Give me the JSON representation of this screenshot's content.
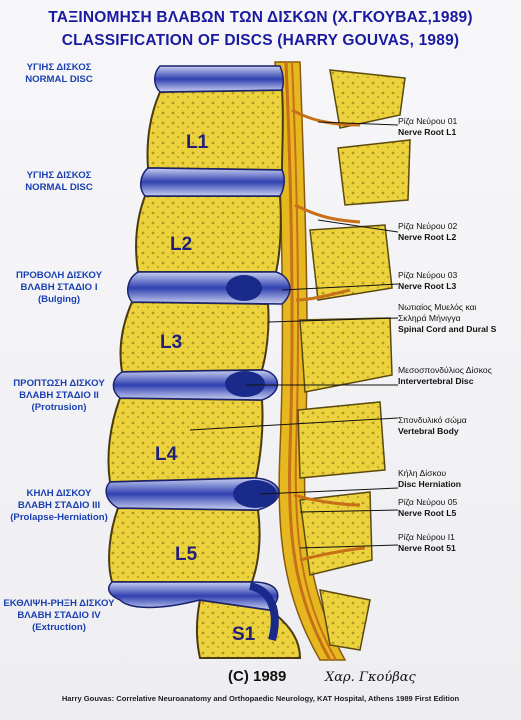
{
  "header": {
    "title_gr": "ΤΑΞΙΝΟΜΗΣΗ ΒΛΑΒΩΝ ΤΩΝ ΔΙΣΚΩΝ (Χ.ΓΚΟΥΒΑΣ,1989)",
    "title_en": "CLASSIFICATION OF DISCS (HARRY GOUVAS, 1989)"
  },
  "left_labels": [
    {
      "l1": "ΥΓΙΗΣ ΔΙΣΚΟΣ",
      "l2": "NORMAL DISC",
      "l3": ""
    },
    {
      "l1": "ΥΓΙΗΣ ΔΙΣΚΟΣ",
      "l2": "NORMAL DISC",
      "l3": ""
    },
    {
      "l1": "ΠΡΟΒΟΛΗ ΔΙΣΚΟΥ",
      "l2": "ΒΛΑΒΗ ΣΤΑΔΙΟ Ι",
      "l3": "(Bulging)"
    },
    {
      "l1": "ΠΡΟΠΤΩΣΗ ΔΙΣΚΟΥ",
      "l2": "ΒΛΑΒΗ ΣΤΑΔΙΟ ΙΙ",
      "l3": "(Protrusion)"
    },
    {
      "l1": "ΚΗΛΗ ΔΙΣΚΟΥ",
      "l2": "ΒΛΑΒΗ ΣΤΑΔΙΟ ΙΙΙ",
      "l3": "(Prolapse-Herniation)"
    },
    {
      "l1": "ΕΚΘΛΙΨΗ-ΡΗΞΗ ΔΙΣΚΟΥ",
      "l2": "ΒΛΑΒΗ ΣΤΑΔΙΟ IV",
      "l3": "(Extruction)"
    }
  ],
  "right_labels": [
    {
      "gr": "Ρίζα Νεύρου 01",
      "en": "Nerve Root L1",
      "gr2": ""
    },
    {
      "gr": "Ρίζα Νεύρου 02",
      "en": "Nerve Root L2",
      "gr2": ""
    },
    {
      "gr": "Ρίζα Νεύρου 03",
      "en": "Nerve Root L3",
      "gr2": ""
    },
    {
      "gr": "Νωτιαίος Μυελός και",
      "gr2": "Σκληρά Μήνιγγα",
      "en": "Spinal Cord and Dural S"
    },
    {
      "gr": "Μεσοσπονδύλιος Δίσκος",
      "en": "Intervertebral Disc",
      "gr2": ""
    },
    {
      "gr": "Σπονδυλικό σώμα",
      "en": "Vertebral Body",
      "gr2": ""
    },
    {
      "gr": "Κήλη Δίσκου",
      "en": "Disc Herniation",
      "gr2": ""
    },
    {
      "gr": "Ρίζα Νεύρου 05",
      "en": "Nerve Root L5",
      "gr2": ""
    },
    {
      "gr": "Ρίζα Νεύρου Ι1",
      "en": "Nerve Root 51",
      "gr2": ""
    }
  ],
  "vertebrae": [
    "L1",
    "L2",
    "L3",
    "L4",
    "L5",
    "S1"
  ],
  "footer": {
    "copyright": "(C) 1989",
    "signature": "Χαρ. Γκούβας",
    "credit": "Harry Gouvas: Correlative Neuroanatomy and Orthopaedic Neurology, KAT Hospital, Athens 1989  First Edition"
  },
  "colors": {
    "bone": "#ecd23c",
    "disc": "#2b3aa8",
    "nerve": "#c87018",
    "cord": "#e6b820",
    "text_blue": "#1a3fb0"
  }
}
